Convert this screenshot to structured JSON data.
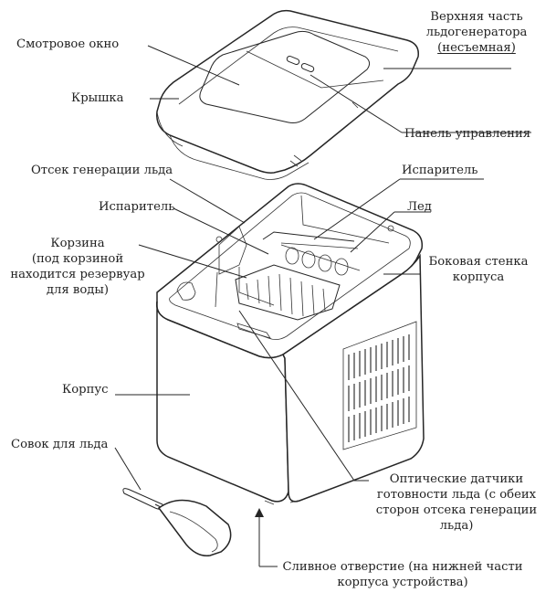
{
  "labels": {
    "viewing_window": "Смотровое окно",
    "lid": "Крышка",
    "top_part": [
      "Верхняя часть",
      "льдогенератора",
      "(несъемная)"
    ],
    "control_panel": "Панель управления",
    "ice_compartment": "Отсек генерации льда",
    "evaporator_top": "Испаритель",
    "evaporator_left": "Испаритель",
    "ice": "Лед",
    "basket": [
      "Корзина",
      "(под корзиной",
      "находится резервуар",
      "для воды)"
    ],
    "side_wall": [
      "Боковая стенка",
      "корпуса"
    ],
    "housing": "Корпус",
    "ice_scoop": "Совок для льда",
    "optical_sensors": [
      "Оптические датчики",
      "готовности льда (с обеих",
      "сторон отсека генерации",
      "льда)"
    ],
    "drain_hole": [
      "Сливное отверстие (на нижней части",
      "корпуса устройства)"
    ]
  }
}
